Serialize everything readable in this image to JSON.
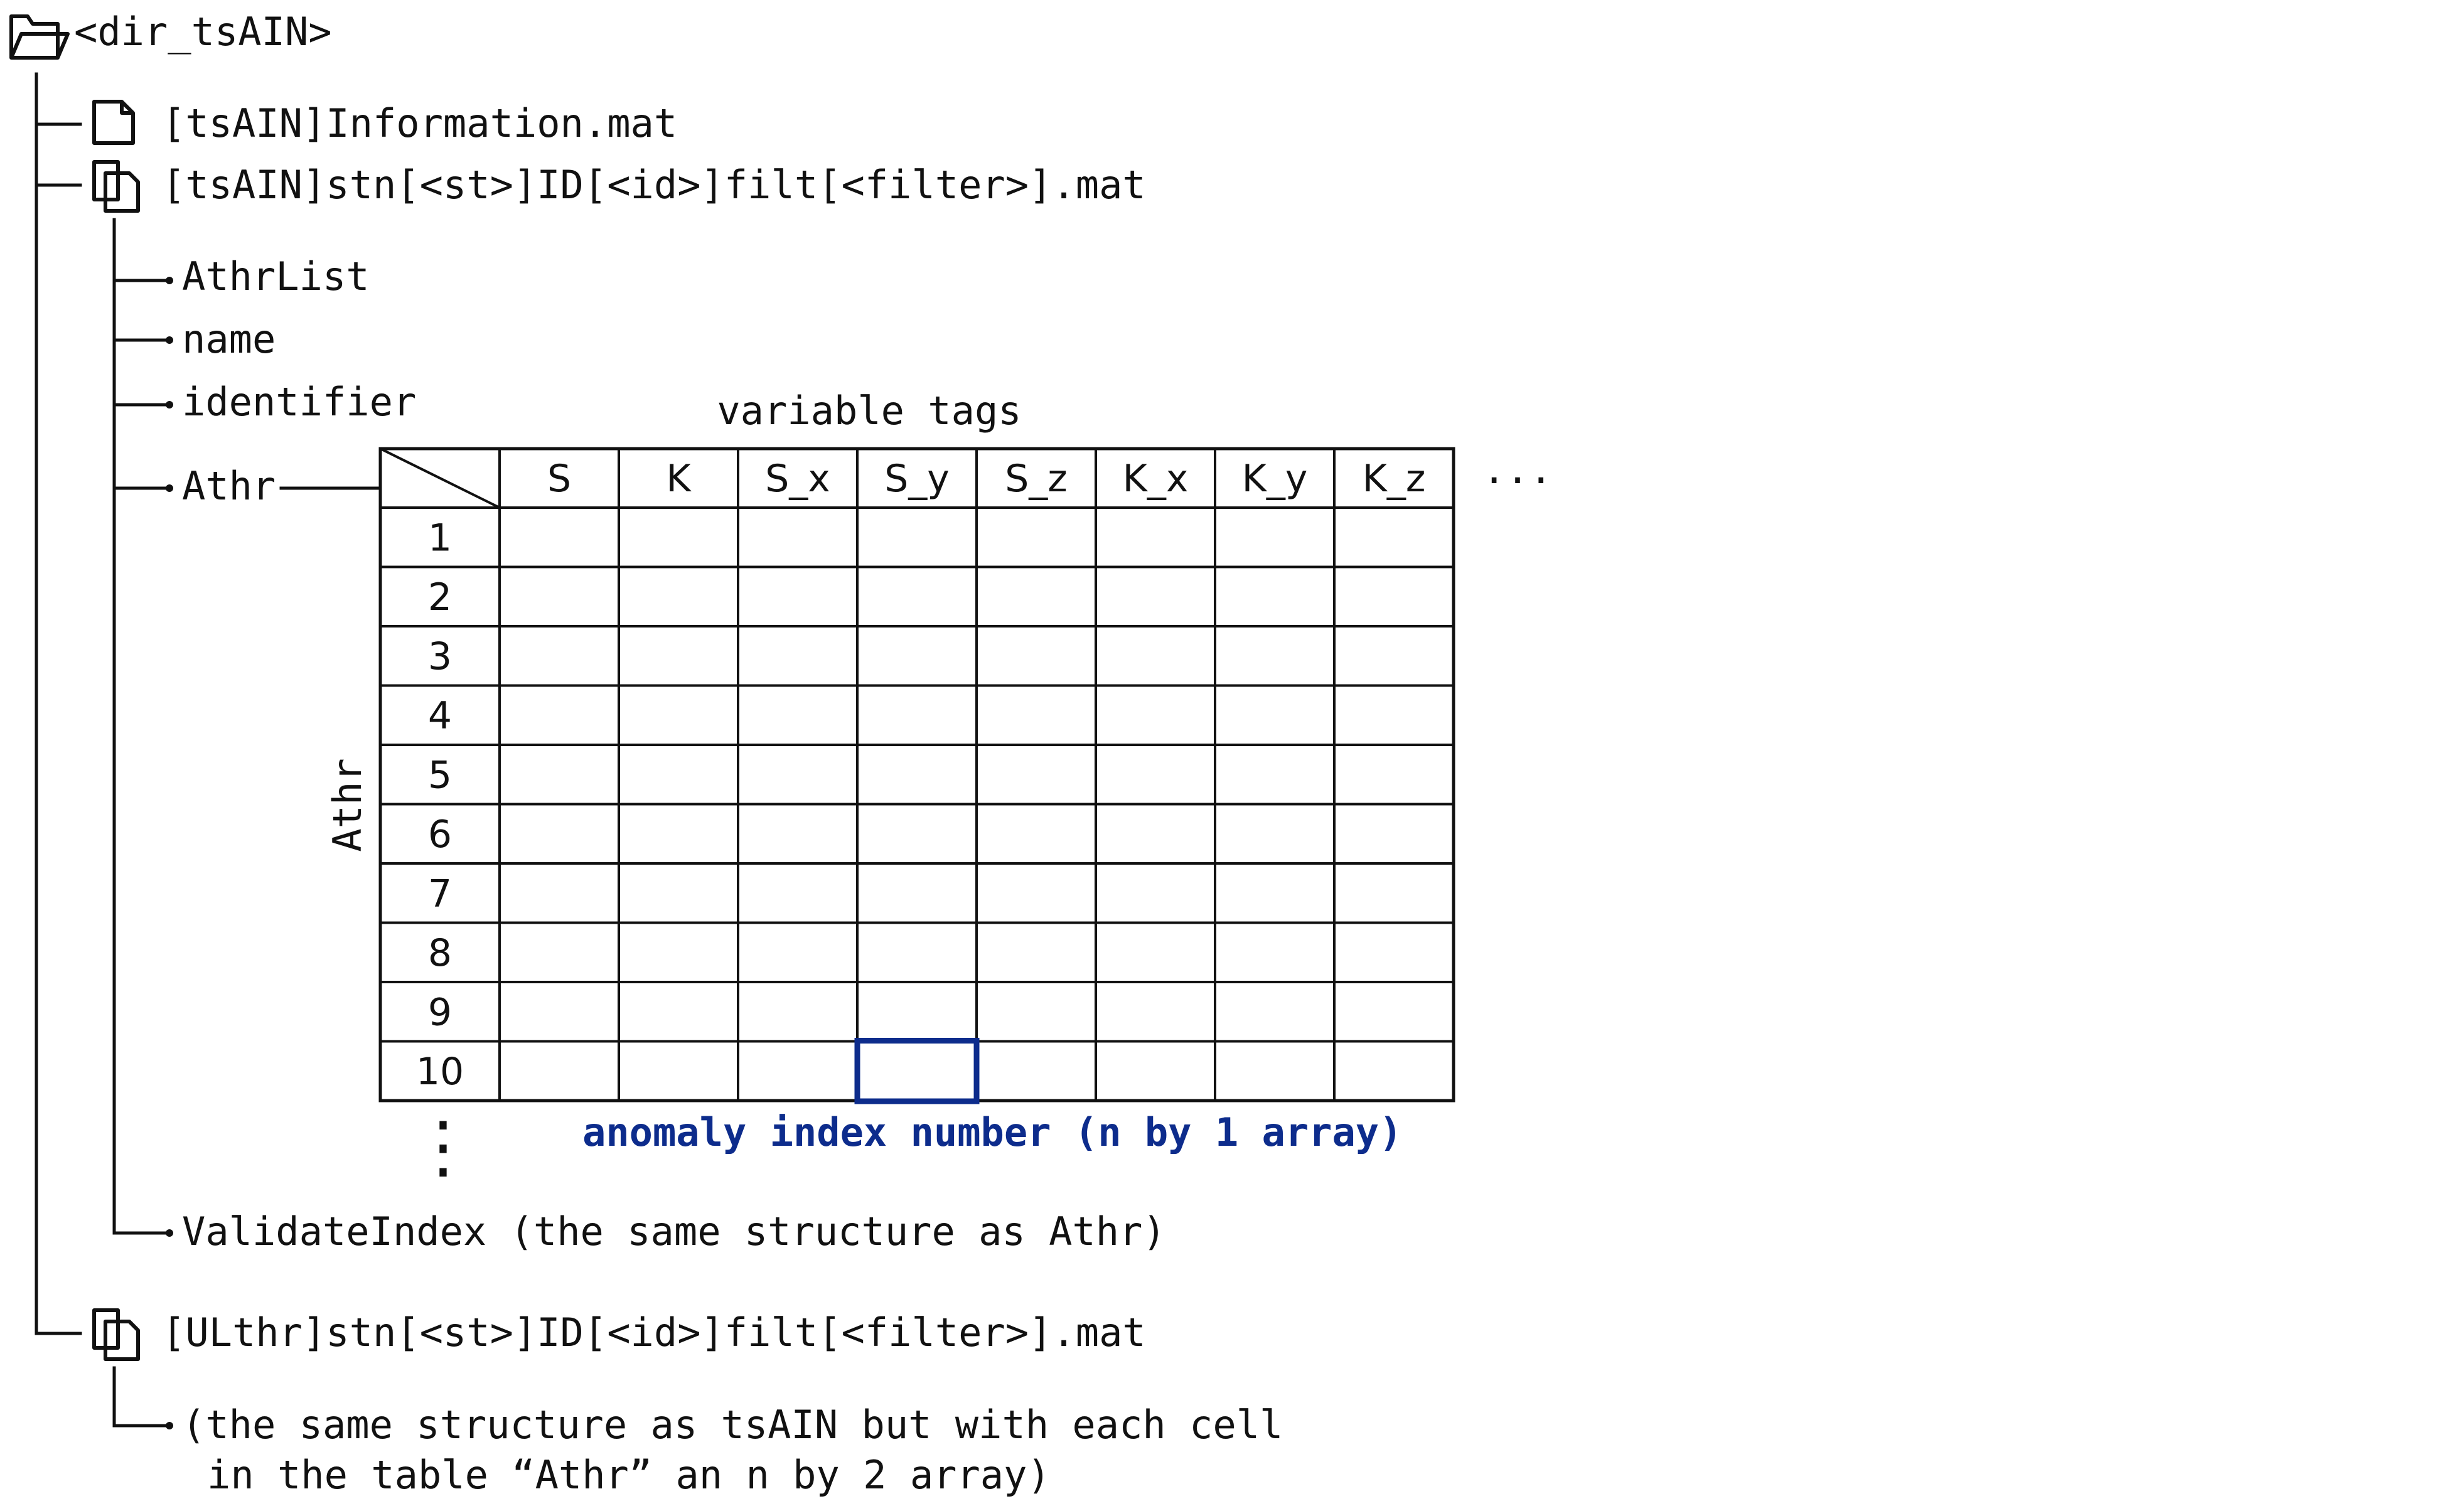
{
  "tree": {
    "root_label": "<dir_tsAIN>",
    "info_file": "[tsAIN]Information.mat",
    "tsain_file": "[tsAIN]stn[<st>]ID[<id>]filt[<filter>].mat",
    "fields": [
      "AthrList",
      "name",
      "identifier",
      "Athr"
    ],
    "validate_label": "ValidateIndex (the same structure as Athr)",
    "ulthr_file": "[ULthr]stn[<st>]ID[<id>]filt[<filter>].mat",
    "ulthr_note_line1": "(the same structure as tsAIN but with each cell",
    "ulthr_note_line2": "in the table “Athr” an n by 2 array)"
  },
  "table": {
    "title": "variable tags",
    "column_headers": [
      "S",
      "K",
      "S_x",
      "S_y",
      "S_z",
      "K_x",
      "K_y",
      "K_z"
    ],
    "columns_more": "...",
    "row_axis_label": "Athr",
    "row_labels": [
      "1",
      "2",
      "3",
      "4",
      "5",
      "6",
      "7",
      "8",
      "9",
      "10"
    ],
    "rows_more": "⋮",
    "highlight_cell": {
      "row": "10",
      "column": "S_y"
    },
    "highlight_note": "anomaly index number (n by 1 array)"
  },
  "colors": {
    "line": "#111111",
    "accent": "#0d2c8c"
  },
  "icons": {
    "root": "folder-icon",
    "info_file": "file-icon",
    "tsain_file": "multi-file-icon",
    "ulthr_file": "multi-file-icon"
  }
}
